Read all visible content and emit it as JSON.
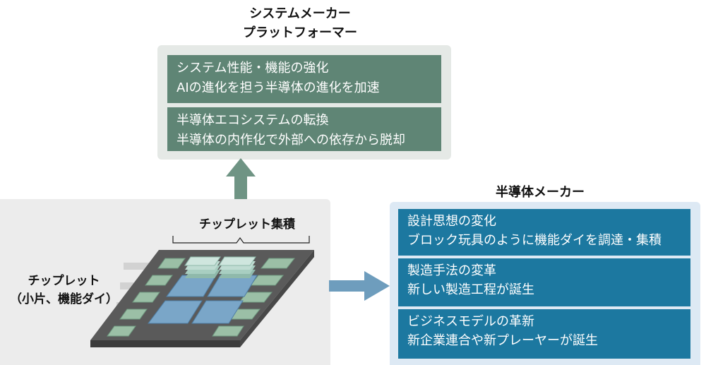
{
  "top": {
    "heading_line1": "システムメーカー",
    "heading_line2": "プラットフォーマー",
    "items": [
      {
        "title": "システム性能・機能の強化",
        "text": "AIの進化を担う半導体の進化を加速"
      },
      {
        "title": "半導体エコシステムの転換",
        "text": "半導体の内作化で外部への依存から脱却"
      }
    ]
  },
  "chiplet": {
    "integration_label": "チップレット集積",
    "label_line1": "チップレット",
    "label_line2": "（小片、機能ダイ）"
  },
  "right": {
    "heading": "半導体メーカー",
    "items": [
      {
        "title": "設計思想の変化",
        "text": "ブロック玩具のように機能ダイを調達・集積"
      },
      {
        "title": "製造手法の変革",
        "text": "新しい製造工程が誕生"
      },
      {
        "title": "ビジネスモデルの革新",
        "text": "新企業連合や新プレーヤーが誕生"
      }
    ]
  },
  "colors": {
    "top_box": "#5f8575",
    "top_panel": "#e5e9e6",
    "right_box": "#1c78a0",
    "right_panel": "#dde9f4",
    "arrow_up": "#6f9484",
    "arrow_right": "#6e9dbd"
  }
}
